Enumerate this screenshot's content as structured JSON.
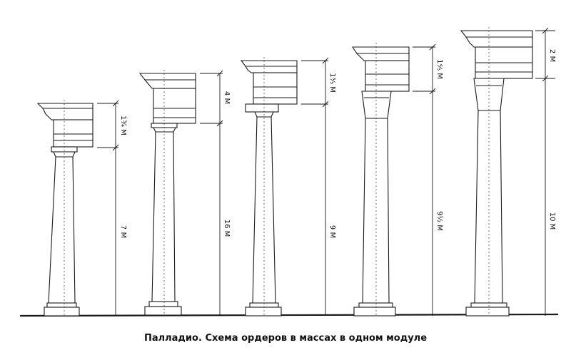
{
  "caption": "Палладио. Схема ордеров в массах в одном модуле",
  "orders": [
    {
      "entablature_label": "1¾ М",
      "column_label": "7 М"
    },
    {
      "entablature_label": "4 М",
      "column_label": "16 М"
    },
    {
      "entablature_label": "1⅗ М",
      "column_label": "9 М"
    },
    {
      "entablature_label": "1⅘ М",
      "column_label": "9½ М"
    },
    {
      "entablature_label": "2 М",
      "column_label": "10 М"
    }
  ],
  "colors": {
    "ink": "#1a1a1a",
    "background": "#ffffff"
  }
}
